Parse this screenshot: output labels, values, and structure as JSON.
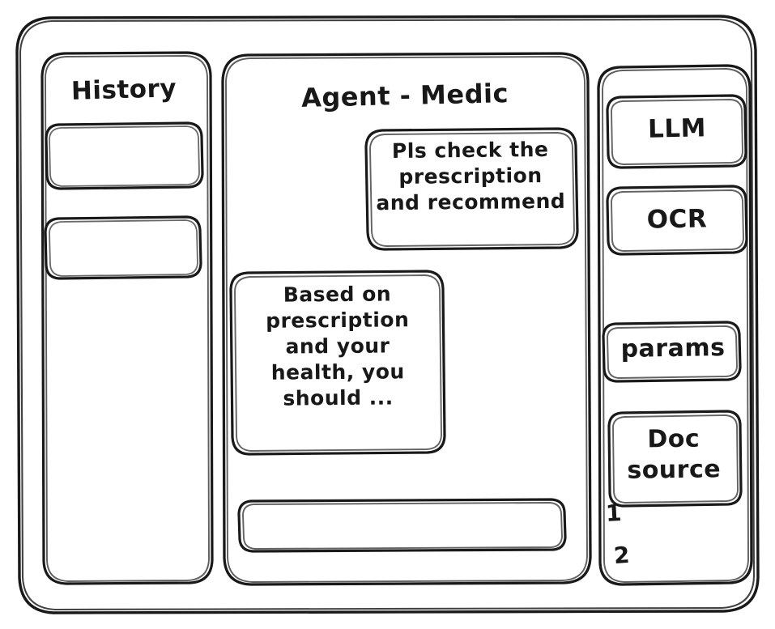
{
  "app": {
    "style": "hand-drawn wireframe",
    "stroke_color": "#191919",
    "background_color": "#ffffff"
  },
  "sidebar_left": {
    "title": "History",
    "items": [
      {
        "label": "",
        "name": "history-item-1"
      },
      {
        "label": "",
        "name": "history-item-2"
      }
    ]
  },
  "main": {
    "title": "Agent - Medic",
    "messages": [
      {
        "role": "user",
        "text": "Pls check the\nprescription\nand recommend"
      },
      {
        "role": "agent",
        "text": "Based on\nprescription\nand your\nhealth, you\nshould ..."
      }
    ],
    "composer": {
      "value": "",
      "placeholder": ""
    }
  },
  "sidebar_right": {
    "tools": [
      {
        "label": "LLM",
        "name": "tool-llm"
      },
      {
        "label": "OCR",
        "name": "tool-ocr"
      },
      {
        "label": "params",
        "name": "tool-params"
      },
      {
        "label": "Doc\nsource",
        "name": "tool-doc-source"
      }
    ],
    "doc_list": [
      {
        "label": "1"
      },
      {
        "label": "2"
      }
    ]
  }
}
